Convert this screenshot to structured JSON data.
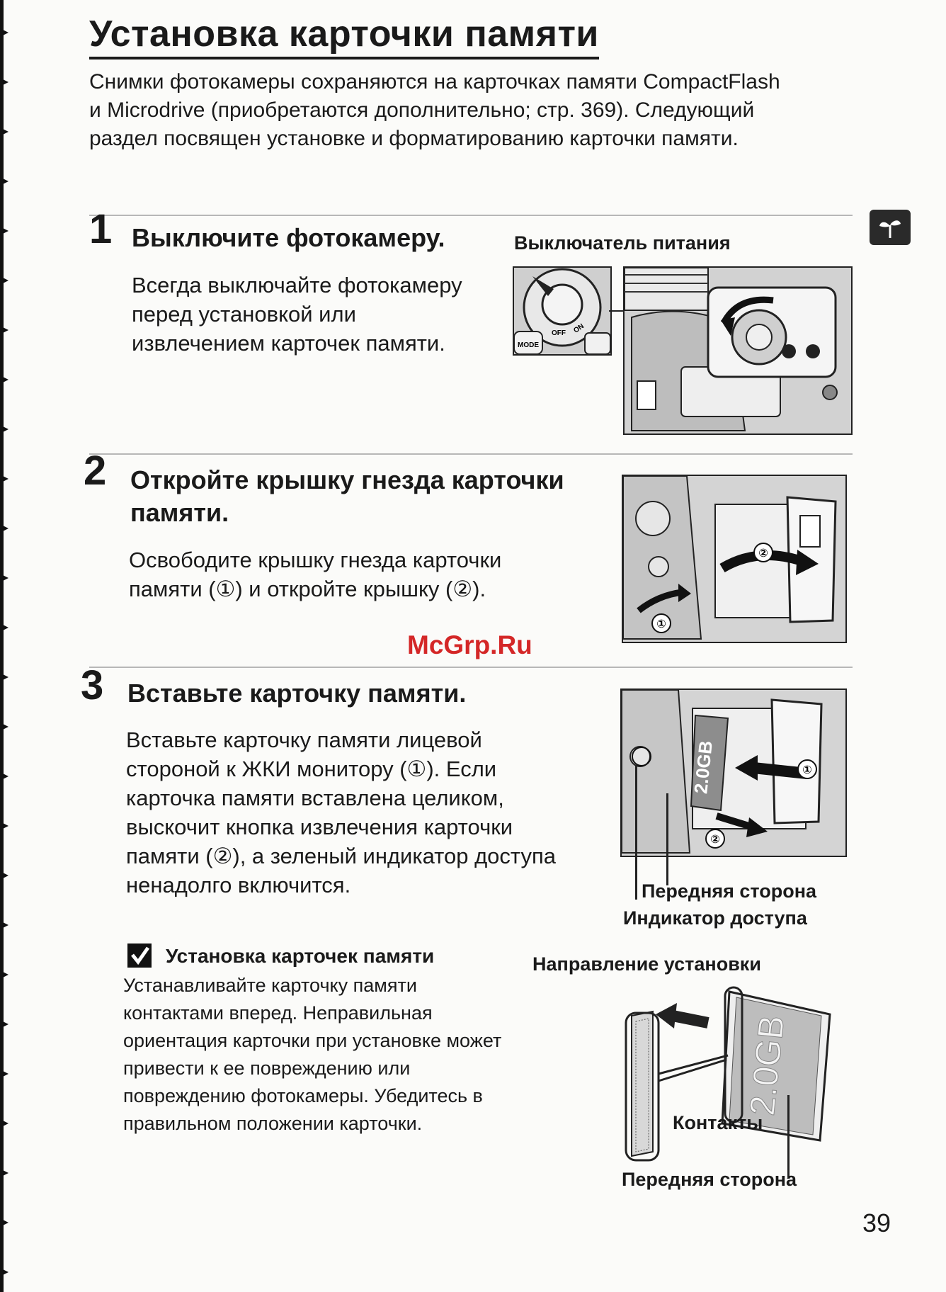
{
  "page": {
    "title": "Установка карточки памяти",
    "intro": "Снимки фотокамеры сохраняются на карточках памяти CompactFlash и Microdrive (приобретаются дополнительно; стр. 369). Следующий раздел посвящен установке и форматированию карточки памяти.",
    "page_number": "39",
    "watermark": "McGrp.Ru"
  },
  "steps": [
    {
      "number": "1",
      "heading": "Выключите фотокамеру.",
      "body": "Всегда выключайте фотокамеру перед установкой или извлечением карточек памяти.",
      "figure_caption": "Выключатель питания",
      "figure_labels": [
        "MODE",
        "OFF",
        "ON"
      ]
    },
    {
      "number": "2",
      "heading": "Откройте крышку гнезда карточки памяти.",
      "body": "Освободите крышку гнезда карточки памяти (①) и откройте крышку (②).",
      "figure_labels": [
        "①",
        "②"
      ]
    },
    {
      "number": "3",
      "heading": "Вставьте карточку памяти.",
      "body": "Вставьте карточку памяти лицевой стороной к ЖКИ монитору (①). Если карточка памяти вставлена целиком, выскочит кнопка извлечения карточки памяти (②), а зеленый индикатор доступа ненадолго включится.",
      "figure_labels": [
        "①",
        "②",
        "2.0GB"
      ],
      "caption_front": "Передняя сторона",
      "caption_indicator": "Индикатор доступа"
    }
  ],
  "note": {
    "title": "Установка карточек памяти",
    "body": "Устанавливайте карточку памяти контактами вперед. Неправильная ориентация карточки при установке может привести к ее повреждению или повреждению фотокамеры. Убедитесь в правильном положении карточки."
  },
  "orientation_figure": {
    "caption": "Направление установки",
    "card_label": "2.0GB",
    "contacts_label": "Контакты",
    "front_label": "Передняя сторона"
  },
  "icons": {
    "side_tab": "sprout-icon",
    "note": "check-icon"
  }
}
